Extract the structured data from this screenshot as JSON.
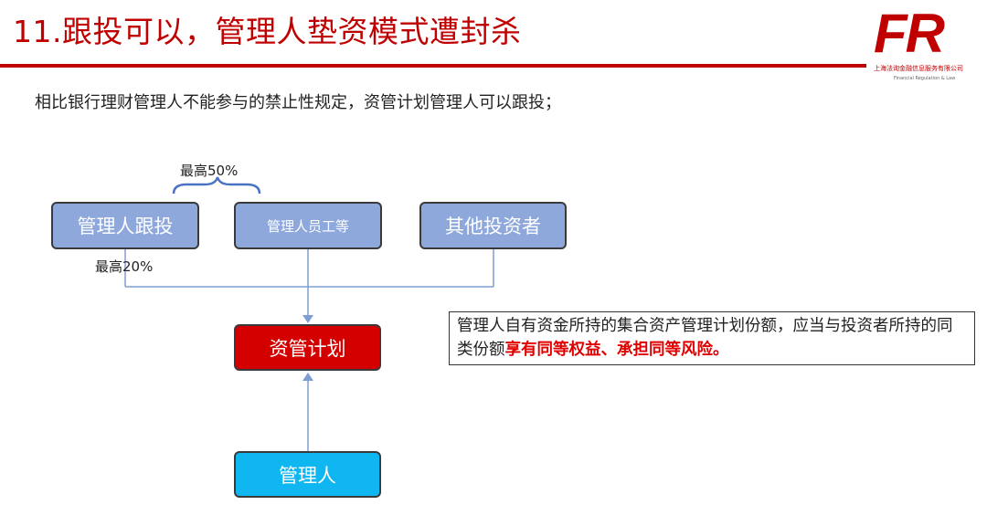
{
  "slide": {
    "title": "11.跟投可以，管理人垫资模式遭封杀",
    "subtitle": "相比银行理财管理人不能参与的禁止性规定，资管计划管理人可以跟投；"
  },
  "logo": {
    "mark": "FR",
    "company_cn": "上海法询金融信息服务有限公司",
    "company_en": "Financial Regulation & Law"
  },
  "diagram": {
    "nodes": {
      "manager_coinvest": "管理人跟投",
      "manager_staff": "管理人员工等",
      "other_investors": "其他投资者",
      "asset_plan": "资管计划",
      "manager": "管理人"
    },
    "labels": {
      "max_50": "最高50%",
      "max_20": "最高20%"
    }
  },
  "note": {
    "text_plain": "管理人自有资金所持的集合资产管理计划份额，应当与投资者所持的同类份额",
    "text_emphasis": "享有同等权益、承担同等风险。"
  },
  "colors": {
    "accent_red": "#c00000",
    "node_blue": "#8ea8dc",
    "plan_red": "#d40000",
    "manager_cyan": "#10b6f0",
    "connector": "#7f9fd4"
  }
}
